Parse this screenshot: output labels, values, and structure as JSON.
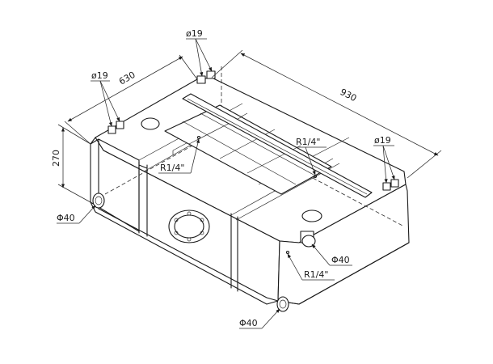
{
  "dimensions": {
    "height": "270",
    "depth": "630",
    "length": "930"
  },
  "callouts": {
    "port_19_top": "ø19",
    "port_19_left": "ø19",
    "port_19_right": "ø19",
    "thread_top": "R1/4\"",
    "thread_left": "R1/4\"",
    "thread_front": "R1/4\"",
    "port_40_left": "Φ40",
    "port_40_front": "Φ40",
    "port_40_bottom": "Φ40"
  },
  "colors": {
    "line": "#1a1a1a",
    "background": "#ffffff"
  }
}
